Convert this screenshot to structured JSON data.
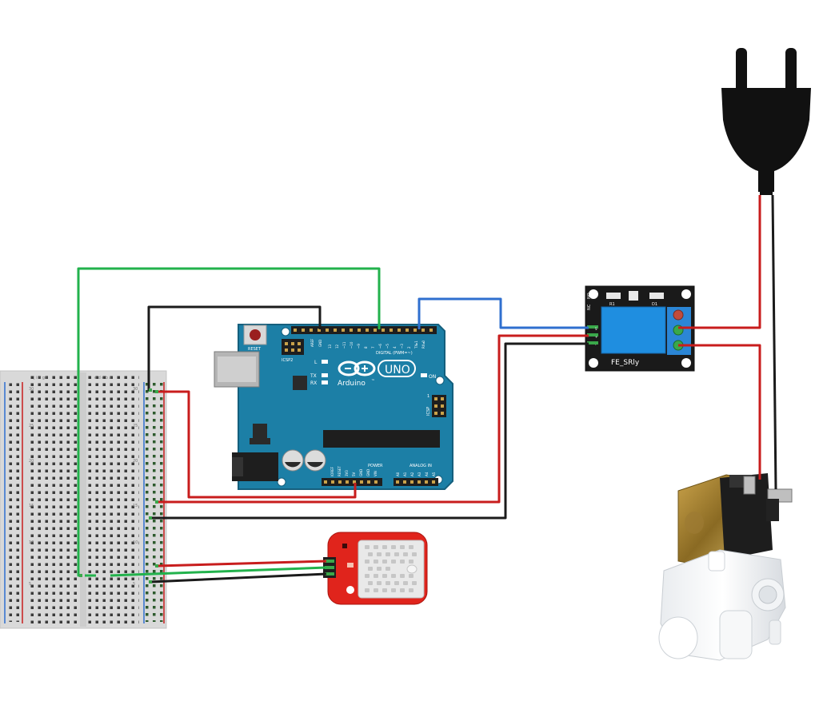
{
  "arduino": {
    "model_label": "UNO",
    "brand_label": "Arduino",
    "tm": "™",
    "reset_label": "RESET",
    "icsp2_label": "ICSP2",
    "icsp_label": "ICSP",
    "l_label": "L",
    "tx_label": "TX",
    "rx_label": "RX",
    "on_label": "ON",
    "digital_label": "DIGITAL (PWM=~)",
    "power_label": "POWER",
    "analog_label": "ANALOG IN",
    "aref_label": "AREF",
    "gnd_label": "GND",
    "digital_pins": [
      "13",
      "12",
      "~11",
      "~10",
      "~9",
      "8",
      "7",
      "~6",
      "~5",
      "4",
      "~3",
      "2",
      "TX▸1",
      "RX◂0"
    ],
    "power_pins": [
      "IOREF",
      "RESET",
      "3V3",
      "5V",
      "GND",
      "GND",
      "VIN"
    ],
    "analog_pins": [
      "A0",
      "A1",
      "A2",
      "A3",
      "A4",
      "A5"
    ],
    "icsp_pin1": "1",
    "color": "#1c7fa6"
  },
  "relay": {
    "label": "FE_SRly",
    "r1_label": "R1",
    "d1_label": "D1",
    "nc_label": "NC",
    "no_label": "NO",
    "pin_labels": [
      "S",
      "+",
      "-"
    ],
    "color": "#1f8ee0"
  },
  "breadboard": {
    "row_numbers": [
      "30",
      "25",
      "20",
      "15",
      "10",
      "5"
    ],
    "column_letters_left": "j i h g f",
    "column_letters_right": "e d c b a"
  },
  "wire_colors": {
    "green": "#22b24c",
    "black": "#1b1b1b",
    "red": "#c81d1d",
    "blue": "#2f6fcf"
  },
  "components": {
    "sensor": "dht-sensor",
    "valve": "solenoid-valve",
    "plug": "power-plug"
  }
}
